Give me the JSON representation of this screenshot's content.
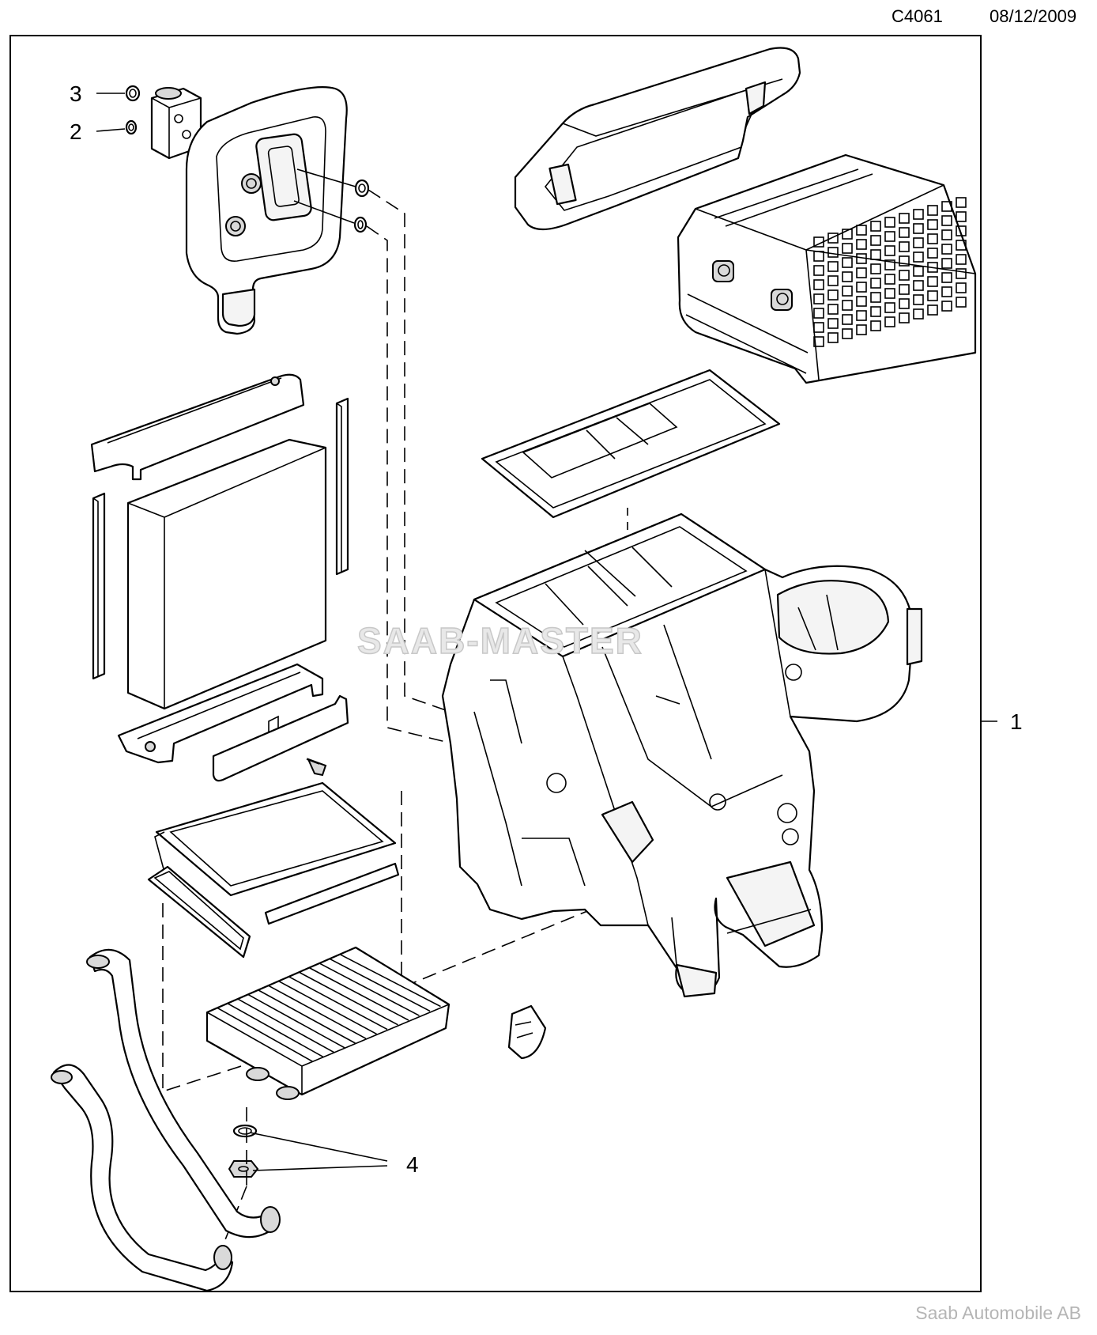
{
  "header": {
    "code": "C4061",
    "date": "08/12/2009"
  },
  "callouts": {
    "c1": "1",
    "c2": "2",
    "c3": "3",
    "c4": "4"
  },
  "watermark": "SAAB-MASTER",
  "footer": "Saab Automobile AB"
}
